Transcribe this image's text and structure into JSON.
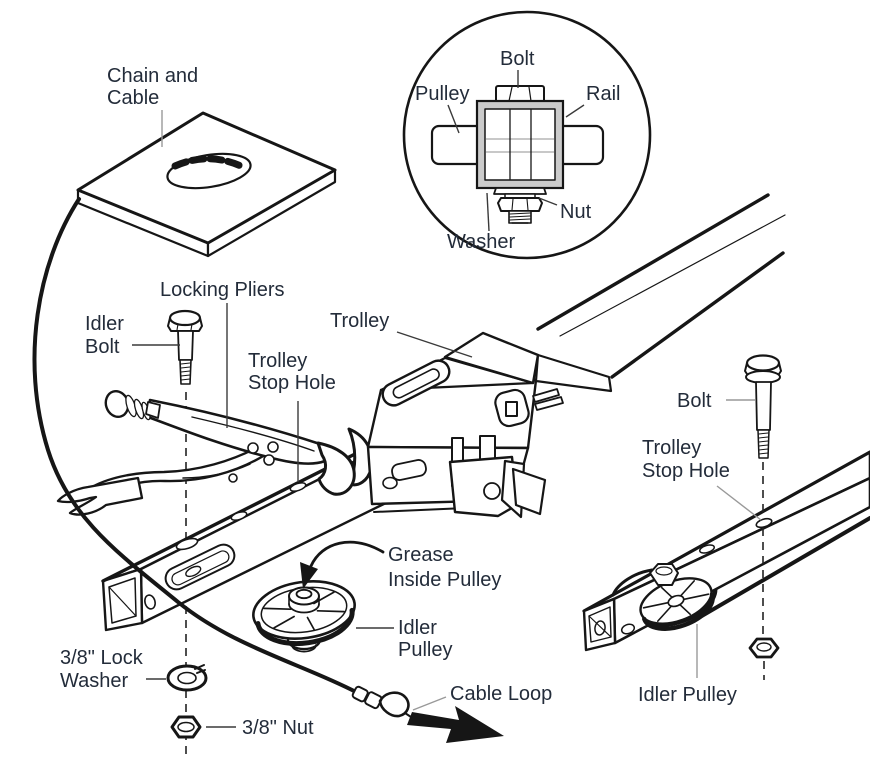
{
  "diagram": {
    "subject": "Garage door opener rail, trolley and idler pulley assembly instruction drawing",
    "labels": {
      "chain_cable_l1": "Chain and",
      "chain_cable_l2": "Cable",
      "inset_bolt": "Bolt",
      "inset_pulley": "Pulley",
      "inset_rail": "Rail",
      "inset_nut": "Nut",
      "inset_washer": "Washer",
      "locking_pliers": "Locking Pliers",
      "idler_bolt_l1": "Idler",
      "idler_bolt_l2": "Bolt",
      "trolley": "Trolley",
      "stop_hole_left_l1": "Trolley",
      "stop_hole_left_l2": "Stop Hole",
      "bolt_right": "Bolt",
      "stop_hole_right_l1": "Trolley",
      "stop_hole_right_l2": "Stop Hole",
      "grease_l1": "Grease",
      "grease_l2": "Inside Pulley",
      "idler_pulley_c_l1": "Idler",
      "idler_pulley_c_l2": "Pulley",
      "cable_loop": "Cable Loop",
      "lock_washer_l1": "3/8\" Lock",
      "lock_washer_l2": "Washer",
      "nut_38": "3/8\" Nut",
      "idler_pulley_right": "Idler Pulley"
    },
    "colors": {
      "line": "#161616",
      "label_text": "#232c3a",
      "leader_gray": "#999999",
      "rail_section_fill": "#cbcbcb",
      "background": "#ffffff"
    }
  }
}
